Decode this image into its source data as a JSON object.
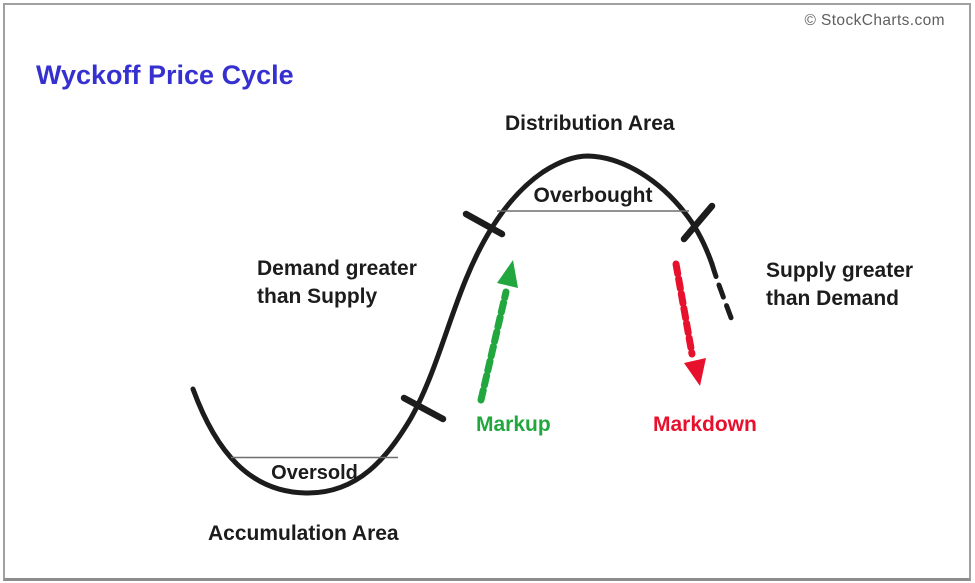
{
  "watermark": {
    "text": "© StockCharts.com"
  },
  "title": {
    "text": "Wyckoff Price Cycle"
  },
  "areas": {
    "distribution": "Distribution Area",
    "accumulation": "Accumulation Area"
  },
  "levels": {
    "overbought": "Overbought",
    "oversold": "Oversold"
  },
  "annotations": {
    "demand_line1": "Demand greater",
    "demand_line2": "than Supply",
    "supply_line1": "Supply greater",
    "supply_line2": "than Demand"
  },
  "phases": {
    "markup": "Markup",
    "markdown": "Markdown"
  },
  "colors": {
    "title": "#3530cf",
    "markup": "#22a73f",
    "markdown": "#e8112d",
    "curve": "#1c1c1c",
    "label": "#1c1c1c",
    "watermark": "#5f5f5f",
    "level-line": "#6e6e6e",
    "border": "#a0a0a0"
  }
}
